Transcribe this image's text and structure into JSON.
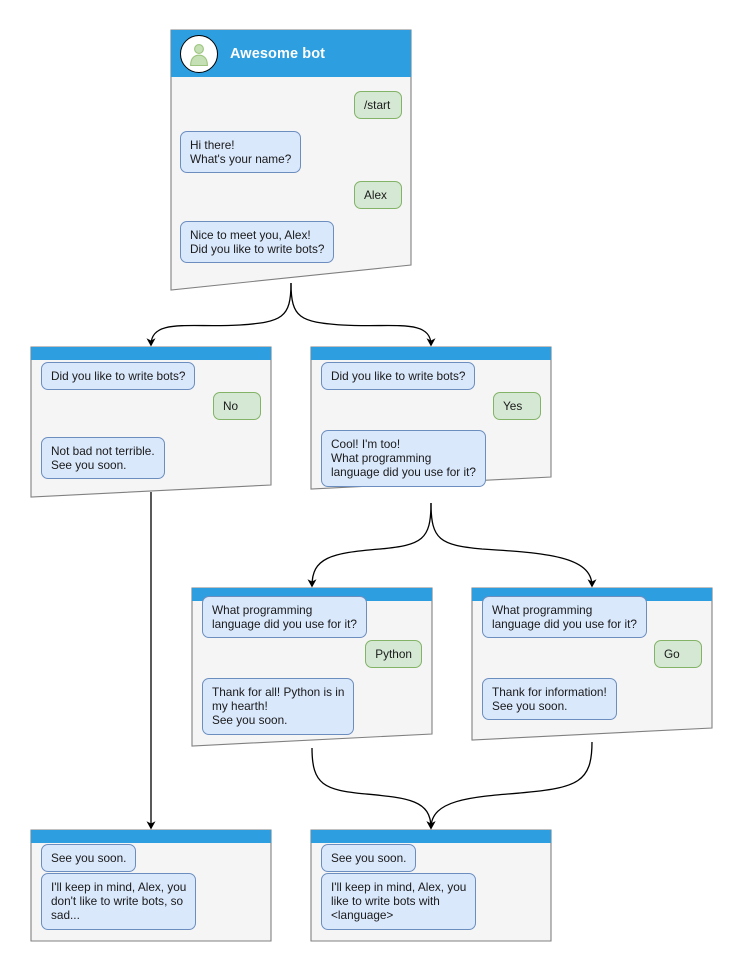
{
  "meta": {
    "diagram_title": "Awesome bot conversation flow",
    "colors": {
      "header_blue": "#2d9ee0",
      "card_body": "#f5f5f5",
      "card_border": "#808080",
      "bot_bubble_fill": "#dae8fc",
      "bot_bubble_border": "#6c8ebf",
      "user_bubble_fill": "#d5e8d4",
      "user_bubble_border": "#82b366",
      "edge_color": "#000000",
      "avatar_fill": "#ffffff",
      "avatar_person": "#b5d6a7"
    }
  },
  "cards": [
    {
      "id": "start",
      "header_title": "Awesome bot",
      "has_avatar": true,
      "avatar_icon": "person-avatar-icon",
      "messages": [
        {
          "side": "right",
          "role": "user",
          "text": "/start"
        },
        {
          "side": "left",
          "role": "bot",
          "text": "Hi there!\nWhat's your name?"
        },
        {
          "side": "right",
          "role": "user",
          "text": "Alex"
        },
        {
          "side": "left",
          "role": "bot",
          "text": "Nice to meet you, Alex!\nDid you like to write bots?"
        }
      ]
    },
    {
      "id": "answer-no",
      "header_title": "",
      "has_avatar": false,
      "messages": [
        {
          "side": "left",
          "role": "bot",
          "text": "Did you like to write bots?"
        },
        {
          "side": "right",
          "role": "user",
          "text": "No"
        },
        {
          "side": "left",
          "role": "bot",
          "text": "Not bad not terrible.\nSee you soon."
        }
      ]
    },
    {
      "id": "answer-yes",
      "header_title": "",
      "has_avatar": false,
      "messages": [
        {
          "side": "left",
          "role": "bot",
          "text": "Did you like to write bots?"
        },
        {
          "side": "right",
          "role": "user",
          "text": "Yes"
        },
        {
          "side": "left",
          "role": "bot",
          "text": "Cool! I'm too!\nWhat programming\nlanguage did you use for it?"
        }
      ]
    },
    {
      "id": "lang-python",
      "header_title": "",
      "has_avatar": false,
      "messages": [
        {
          "side": "left",
          "role": "bot",
          "text": "What programming\nlanguage did you use for it?"
        },
        {
          "side": "right",
          "role": "user",
          "text": "Python"
        },
        {
          "side": "left",
          "role": "bot",
          "text": "Thank for all! Python is in\nmy hearth!\nSee you soon."
        }
      ]
    },
    {
      "id": "lang-go",
      "header_title": "",
      "has_avatar": false,
      "messages": [
        {
          "side": "left",
          "role": "bot",
          "text": "What programming\nlanguage did you use for it?"
        },
        {
          "side": "right",
          "role": "user",
          "text": "Go"
        },
        {
          "side": "left",
          "role": "bot",
          "text": "Thank for information!\nSee you soon."
        }
      ]
    },
    {
      "id": "end-sad",
      "header_title": "",
      "has_avatar": false,
      "messages": [
        {
          "side": "left",
          "role": "bot",
          "text": "See you soon."
        },
        {
          "side": "left",
          "role": "bot",
          "text": "I'll keep in mind, Alex, you\ndon't like to write bots, so\nsad..."
        }
      ]
    },
    {
      "id": "end-happy",
      "header_title": "",
      "has_avatar": false,
      "messages": [
        {
          "side": "left",
          "role": "bot",
          "text": "See you soon."
        },
        {
          "side": "left",
          "role": "bot",
          "text": "I'll keep in mind, Alex, you\nlike to write bots with\n<language>"
        }
      ]
    }
  ],
  "edges": [
    {
      "id": "start-to-no",
      "from": "start",
      "to": "answer-no",
      "label": ""
    },
    {
      "id": "start-to-yes",
      "from": "start",
      "to": "answer-yes",
      "label": ""
    },
    {
      "id": "no-to-end-sad",
      "from": "answer-no",
      "to": "end-sad",
      "label": ""
    },
    {
      "id": "yes-to-python",
      "from": "answer-yes",
      "to": "lang-python",
      "label": ""
    },
    {
      "id": "yes-to-go",
      "from": "answer-yes",
      "to": "lang-go",
      "label": ""
    },
    {
      "id": "python-to-end-happy",
      "from": "lang-python",
      "to": "end-happy",
      "label": ""
    },
    {
      "id": "go-to-end-happy",
      "from": "lang-go",
      "to": "end-happy",
      "label": ""
    }
  ]
}
